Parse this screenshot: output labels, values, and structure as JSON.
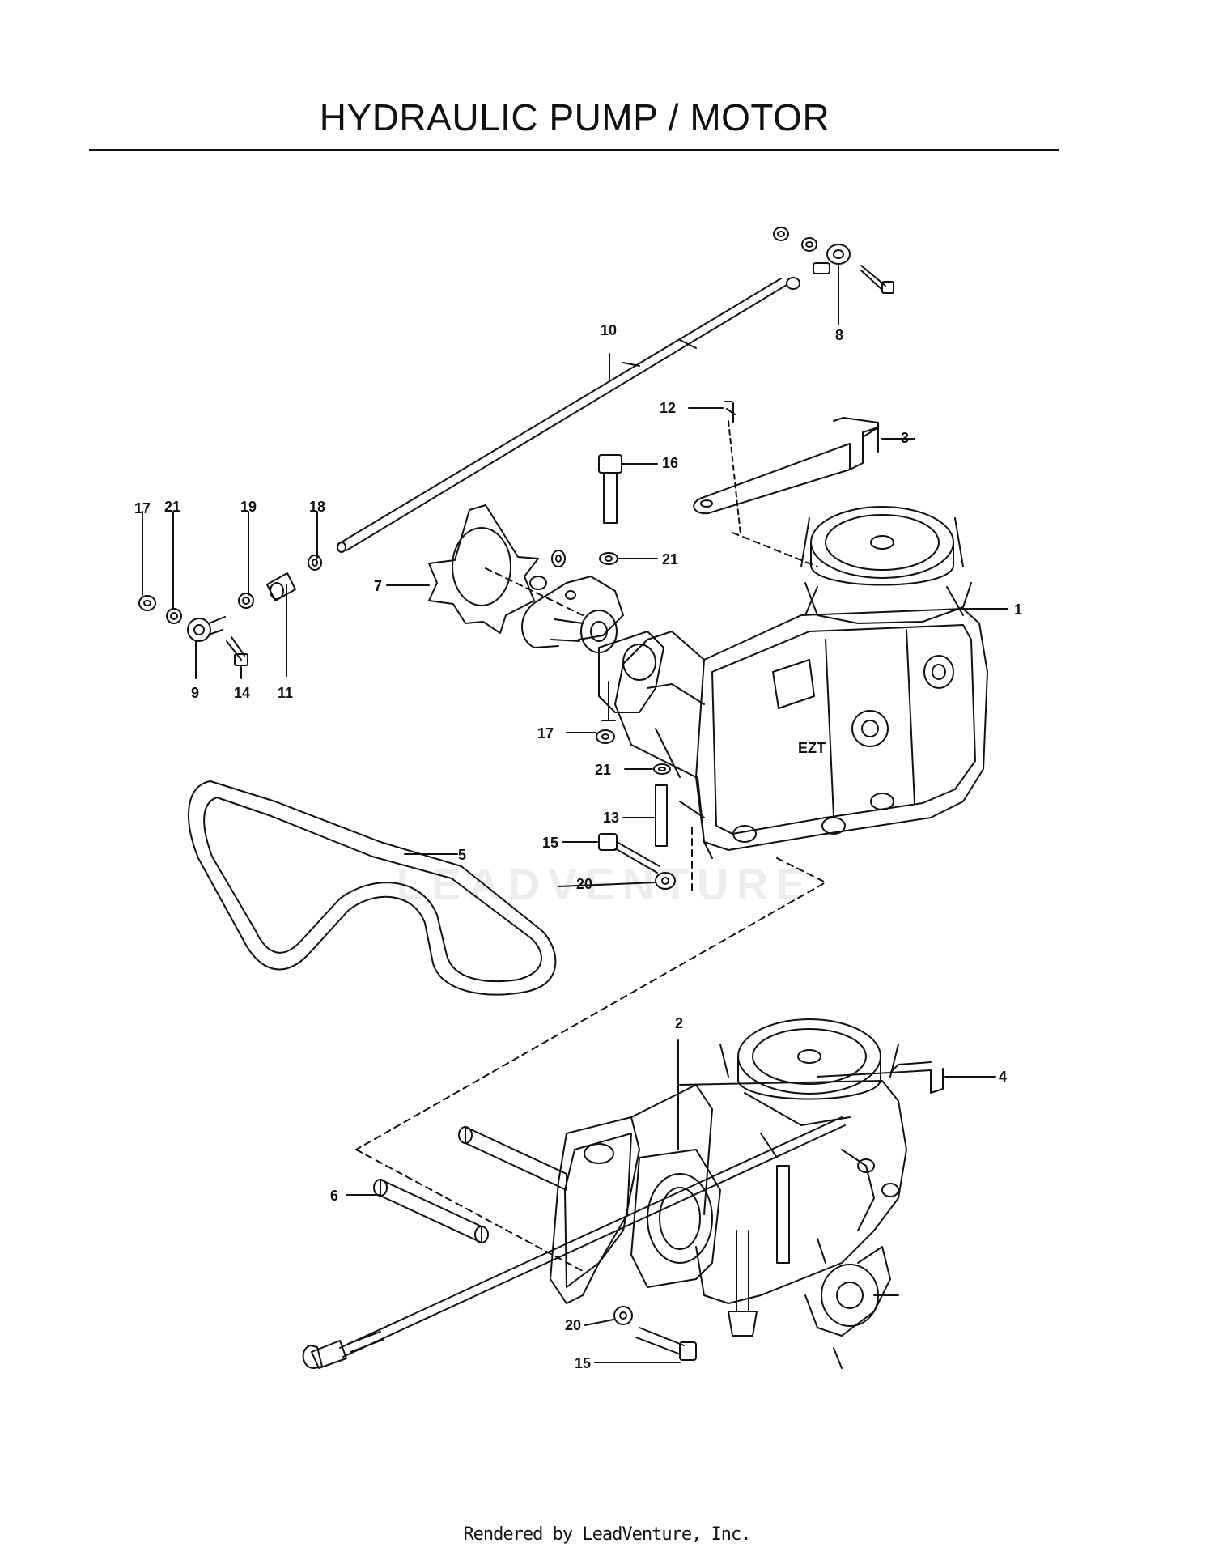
{
  "title": "HYDRAULIC PUMP / MOTOR",
  "watermark": "LEADVENTURE",
  "unit_label": "EZT",
  "footer": "Rendered by LeadVenture, Inc.",
  "callouts": [
    {
      "id": "c1",
      "text": "1"
    },
    {
      "id": "c2",
      "text": "2"
    },
    {
      "id": "c3",
      "text": "3"
    },
    {
      "id": "c4",
      "text": "4"
    },
    {
      "id": "c5",
      "text": "5"
    },
    {
      "id": "c6",
      "text": "6"
    },
    {
      "id": "c7",
      "text": "7"
    },
    {
      "id": "c8",
      "text": "8"
    },
    {
      "id": "c9",
      "text": "9"
    },
    {
      "id": "c10",
      "text": "10"
    },
    {
      "id": "c11",
      "text": "11"
    },
    {
      "id": "c12",
      "text": "12"
    },
    {
      "id": "c13",
      "text": "13"
    },
    {
      "id": "c14",
      "text": "14"
    },
    {
      "id": "c15a",
      "text": "15"
    },
    {
      "id": "c15b",
      "text": "15"
    },
    {
      "id": "c16",
      "text": "16"
    },
    {
      "id": "c17a",
      "text": "17"
    },
    {
      "id": "c17b",
      "text": "17"
    },
    {
      "id": "c18",
      "text": "18"
    },
    {
      "id": "c19",
      "text": "19"
    },
    {
      "id": "c20a",
      "text": "20"
    },
    {
      "id": "c20b",
      "text": "20"
    },
    {
      "id": "c21a",
      "text": "21"
    },
    {
      "id": "c21b",
      "text": "21"
    },
    {
      "id": "c21c",
      "text": "21"
    }
  ]
}
